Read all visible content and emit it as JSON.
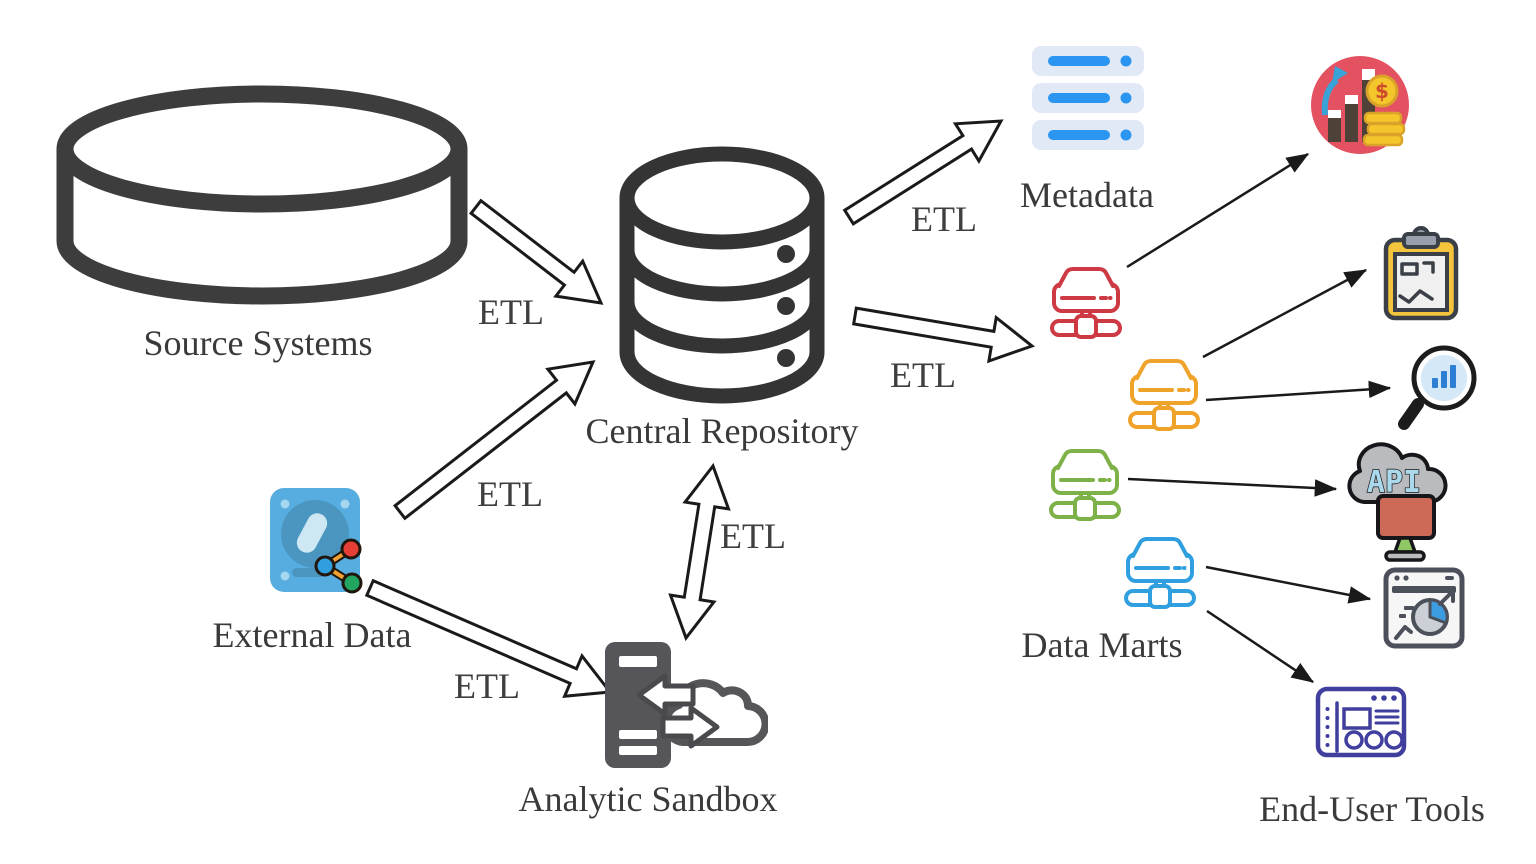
{
  "diagram": {
    "nodes": {
      "source_systems": {
        "label": "Source Systems"
      },
      "external_data": {
        "label": "External Data"
      },
      "central_repository": {
        "label": "Central Repository"
      },
      "analytic_sandbox": {
        "label": "Analytic Sandbox"
      },
      "metadata": {
        "label": "Metadata"
      },
      "data_marts": {
        "label": "Data Marts",
        "server_colors": [
          "#cd3a43",
          "#f0a32b",
          "#7eb249",
          "#2f9fe0"
        ]
      },
      "end_user_tools": {
        "label": "End-User Tools",
        "icons": [
          "profit-growth-icon",
          "analytics-report-icon",
          "data-search-icon",
          "api-integration-icon",
          "web-analytics-icon",
          "dashboard-panel-icon"
        ]
      }
    },
    "edges": [
      {
        "from": "source-systems",
        "to": "central-repository",
        "label": "ETL"
      },
      {
        "from": "external-data",
        "to": "central-repository",
        "label": "ETL"
      },
      {
        "from": "external-data",
        "to": "analytic-sandbox",
        "label": "ETL"
      },
      {
        "from": "central-repository",
        "to": "analytic-sandbox",
        "label": "ETL",
        "bidirectional": true
      },
      {
        "from": "central-repository",
        "to": "metadata",
        "label": "ETL"
      },
      {
        "from": "central-repository",
        "to": "data-marts",
        "label": "ETL"
      }
    ],
    "connections": [
      {
        "from": "data-mart-red",
        "to": "profit-growth-tool"
      },
      {
        "from": "data-mart-orange",
        "to": "analytics-report-tool"
      },
      {
        "from": "data-mart-orange",
        "to": "data-search-tool"
      },
      {
        "from": "data-mart-green",
        "to": "api-integration-tool"
      },
      {
        "from": "data-mart-blue",
        "to": "web-analytics-tool"
      },
      {
        "from": "data-mart-blue",
        "to": "dashboard-panel-tool"
      }
    ],
    "api_text": "API",
    "colors": {
      "outline": "#3d3d3d",
      "text": "#3a3a3a",
      "metadata_blue": "#2b96f1",
      "mart_red": "#cd3a43",
      "mart_orange": "#f0a32b",
      "mart_green": "#7eb249",
      "mart_blue": "#2f9fe0"
    }
  }
}
